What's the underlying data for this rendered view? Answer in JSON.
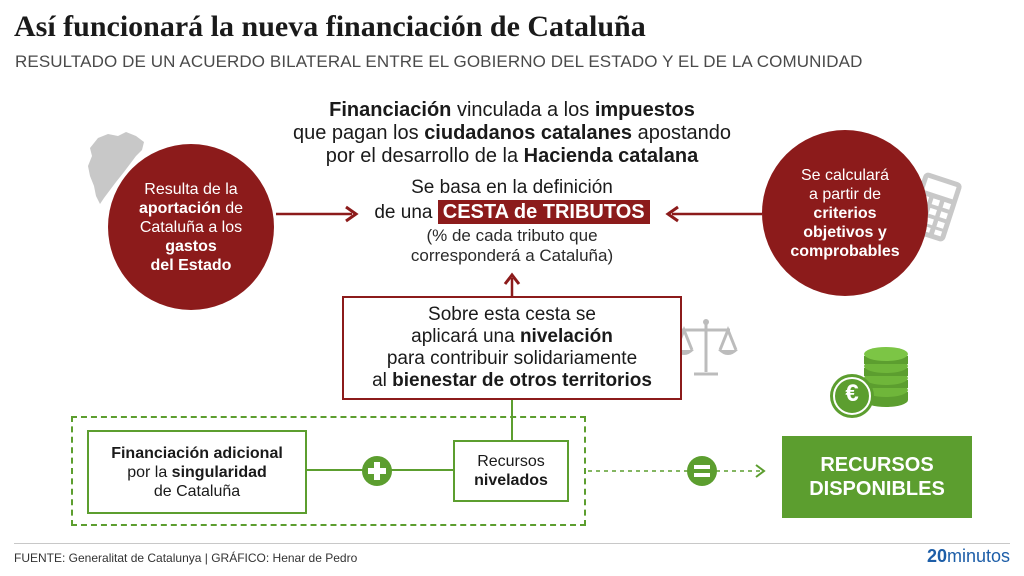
{
  "header": {
    "title": "Así funcionará la nueva financiación de Cataluña",
    "subtitle": "RESULTADO DE UN ACUERDO BILATERAL ENTRE EL GOBIERNO DEL ESTADO Y EL DE LA COMUNIDAD"
  },
  "top_block": {
    "l1_a": "Financiación",
    "l1_b": " vinculada a los ",
    "l1_c": "impuestos",
    "l2_a": "que pagan los ",
    "l2_b": "ciudadanos catalanes",
    "l2_c": " apostando",
    "l3_a": "por el desarrollo de la ",
    "l3_b": "Hacienda catalana"
  },
  "basket": {
    "l1": "Se basa en la definición",
    "l2": "de una ",
    "tag": "CESTA de TRIBUTOS",
    "note1": "(% de cada tributo que",
    "note2": "corresponderá a Cataluña)"
  },
  "left_circle": {
    "l1": "Resulta de la",
    "l2_b": "aportación",
    "l2_c": " de",
    "l3": "Cataluña a los",
    "l4_b": "gastos",
    "l5_b": "del Estado"
  },
  "right_circle": {
    "l1": "Se calculará",
    "l2": "a partir de",
    "l3_b": "criterios",
    "l4_b": "objetivos y",
    "l5_b": "comprobables"
  },
  "leveling": {
    "l1": "Sobre esta cesta se",
    "l2_a": "aplicará una ",
    "l2_b": "nivelación",
    "l3": "para contribuir solidariamente",
    "l4_a": "al ",
    "l4_b": "bienestar de otros territorios"
  },
  "extra_box": {
    "l1_b": "Financiación adicional",
    "l2_a": "por la ",
    "l2_b": "singularidad",
    "l3": "de Cataluña"
  },
  "niv_box": {
    "l1": "Recursos",
    "l2_b": "nivelados"
  },
  "result": {
    "l1": "RECURSOS",
    "l2": "DISPONIBLES"
  },
  "footer": {
    "text": "FUENTE: Generalitat de Catalunya  |  GRÁFICO: Henar de Pedro"
  },
  "logo": {
    "number": "20",
    "word": "minutos"
  },
  "icons": {
    "euro_symbol": "€",
    "plus": "plus-icon",
    "equals": "equals-icon"
  },
  "colors": {
    "dark_red": "#8c1b1b",
    "green": "#5c9e2f",
    "gray_icon": "#c8c8c8",
    "logo_blue": "#1d5ea8"
  }
}
